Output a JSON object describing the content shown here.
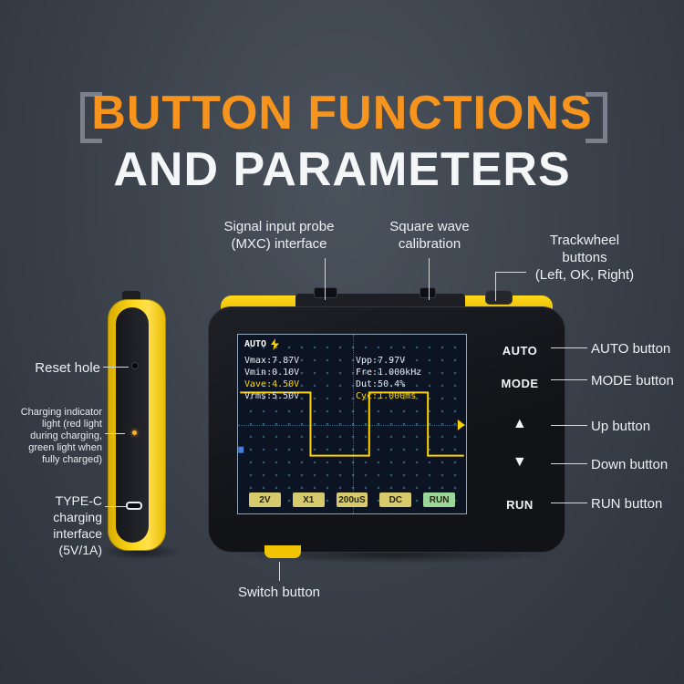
{
  "title": {
    "line1": "BUTTON FUNCTIONS",
    "line2": "AND PARAMETERS"
  },
  "callouts": {
    "signal_input": {
      "line1": "Signal input probe",
      "line2": "(MXC) interface"
    },
    "square_wave": {
      "line1": "Square wave",
      "line2": "calibration"
    },
    "trackwheel": {
      "line1": "Trackwheel",
      "line2": "buttons",
      "line3": "(Left, OK, Right)"
    },
    "reset_hole": "Reset hole",
    "charging_indicator": {
      "line1": "Charging indicator",
      "line2": "light (red light",
      "line3": "during charging,",
      "line4": "green light when",
      "line5": "fully charged)"
    },
    "typec": {
      "line1": "TYPE-C charging",
      "line2": "interface (5V/1A)"
    },
    "auto_button": "AUTO button",
    "mode_button": "MODE button",
    "up_button": "Up button",
    "down_button": "Down button",
    "run_button": "RUN button",
    "switch_button": "Switch button"
  },
  "device": {
    "panel_buttons": [
      "AUTO",
      "MODE",
      "▲",
      "▼",
      "RUN"
    ],
    "screen": {
      "mode_label": "AUTO",
      "measurements_left": [
        "Vmax:7.87V",
        "Vmin:0.10V",
        "Vave:4.50V",
        "Vrms:5.50V"
      ],
      "measurements_right": [
        "Vpp:7.97V",
        "Fre:1.000kHz",
        "Dut:50.4%",
        "Cyc:1.000ms"
      ],
      "softkeys": [
        "2V",
        "X1",
        "200uS",
        "DC",
        "RUN"
      ]
    }
  },
  "icons": {
    "charge": "lightning-bolt",
    "up": "▲",
    "down": "▼"
  },
  "colors": {
    "background": "#394049",
    "accent_orange": "#f7941d",
    "device_yellow": "#ffd200",
    "trace_yellow": "#ffd400",
    "softkey_yellow": "#d6ca6c",
    "run_green": "#9ad69a",
    "callout_text": "#eef1f4"
  }
}
